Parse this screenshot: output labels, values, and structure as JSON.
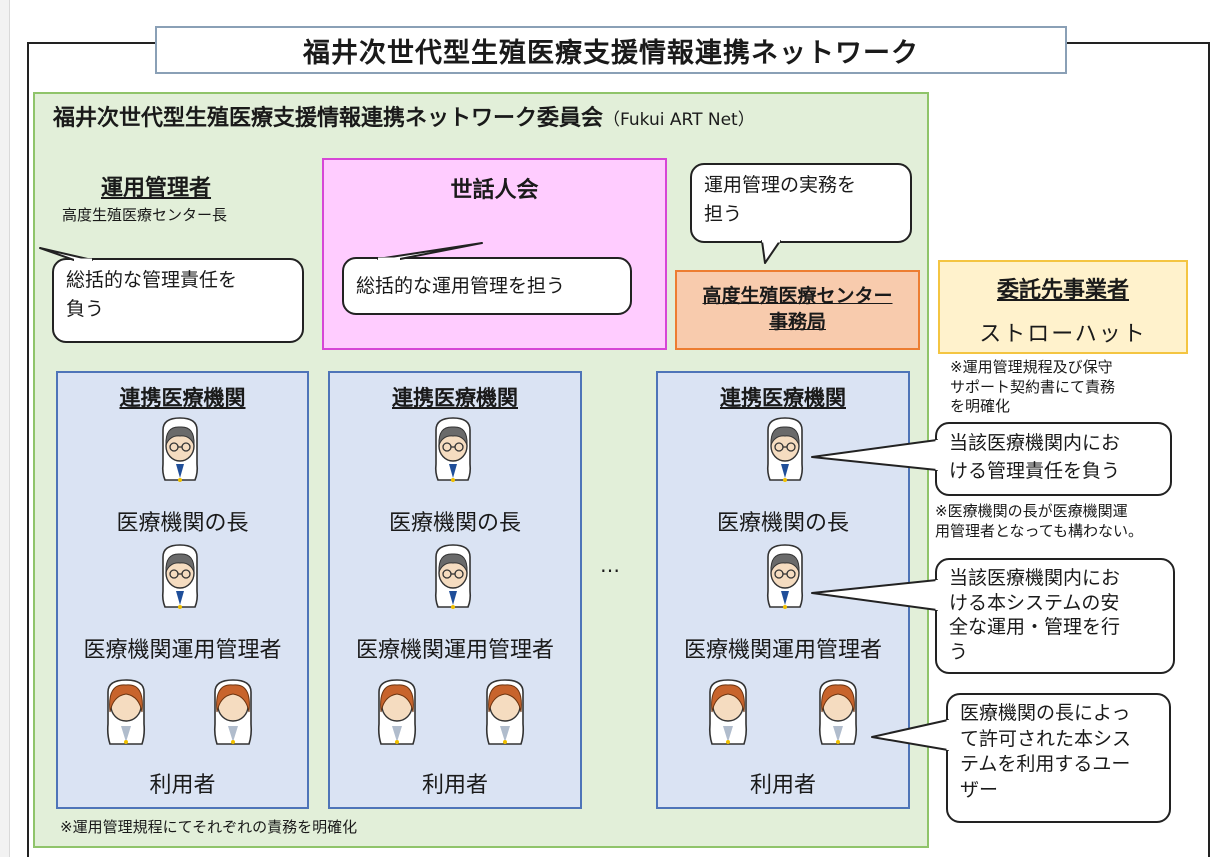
{
  "title": "福井次世代型生殖医療支援情報連携ネットワーク",
  "committee": {
    "title": "福井次世代型生殖医療支援情報連携ネットワーク委員会",
    "subtitle": "（Fukui ART Net）"
  },
  "manager": {
    "title": "運用管理者",
    "sub": "高度生殖医療センター長",
    "callout_line1": "総括的な管理責任を",
    "callout_line2": "負う"
  },
  "caretakers": {
    "title": "世話人会",
    "callout": "総括的な運用管理を担う"
  },
  "secretariat": {
    "callout_line1": "運用管理の実務を",
    "callout_line2": "担う",
    "title_line1": "高度生殖医療センター",
    "title_line2": "事務局"
  },
  "contractor": {
    "title": "委託先事業者",
    "name": "ストローハット",
    "note_line1": "※運用管理規程及び保守",
    "note_line2": "サポート契約書にて責務",
    "note_line3": "を明確化"
  },
  "institutions": [
    {
      "title": "連携医療機関",
      "head": "医療機関の長",
      "admin": "医療機関運用管理者",
      "users": "利用者"
    },
    {
      "title": "連携医療機関",
      "head": "医療機関の長",
      "admin": "医療機関運用管理者",
      "users": "利用者"
    },
    {
      "title": "連携医療機関",
      "head": "医療機関の長",
      "admin": "医療機関運用管理者",
      "users": "利用者"
    }
  ],
  "ellipsis": "…",
  "callouts": {
    "head_line1": "当該医療機関内にお",
    "head_line2": "ける管理責任を負う",
    "head_note_line1": "※医療機関の長が医療機関運",
    "head_note_line2": "用管理者となっても構わない。",
    "admin_line1": "当該医療機関内にお",
    "admin_line2": "ける本システムの安",
    "admin_line3": "全な運用・管理を行",
    "admin_line4": "う",
    "user_line1": "医療機関の長によっ",
    "user_line2": "て許可された本シス",
    "user_line3": "テムを利用するユー",
    "user_line4": "ザー"
  },
  "footer_note": "※運用管理規程にてそれぞれの責務を明確化",
  "colors": {
    "committee_fill": "#e2efd9",
    "committee_border": "#8fc46a",
    "caretakers_fill": "#ffccff",
    "secretariat_fill": "#f8cbad",
    "contractor_fill": "#fff2cc",
    "institution_fill": "#dae3f3"
  }
}
